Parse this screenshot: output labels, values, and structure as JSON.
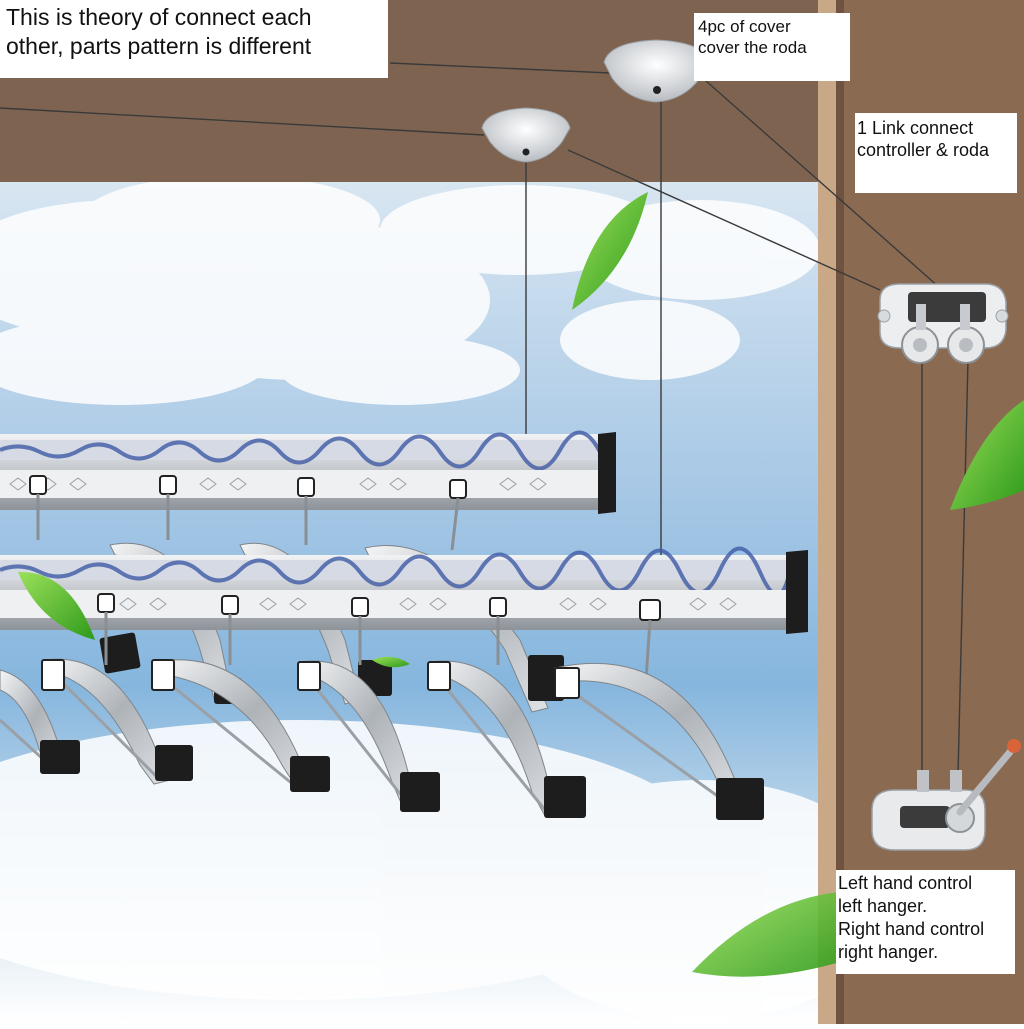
{
  "labels": {
    "main": {
      "line1": "This is theory of connect each",
      "line2": "other, parts pattern is different"
    },
    "cover": {
      "line1": "4pc of cover",
      "line2": "cover the roda"
    },
    "link": {
      "line1": "1 Link connect",
      "line2": "controller & roda"
    },
    "control": {
      "line1": "Left hand control",
      "line2": "left hanger.",
      "line3": "Right hand control",
      "line4": "right hanger."
    }
  },
  "colors": {
    "ceiling": "#7e6450",
    "pillar": "#8b6a52",
    "pillar_edge": "#c9a888",
    "sky_top": "#bcd3e6",
    "sky_mid": "#7fb1dc",
    "rail_metal": "#c9ccd0",
    "rail_pattern": "#3f5aa5",
    "end_cap": "#1d1d1d",
    "leaf": "#5cbf2a"
  }
}
